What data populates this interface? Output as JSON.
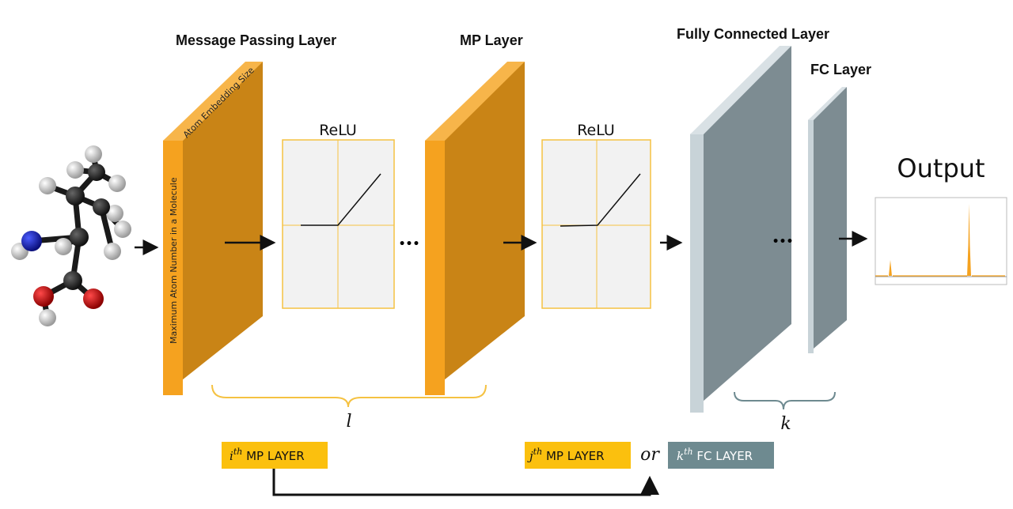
{
  "labels": {
    "mp_layer_1": "Message Passing Layer",
    "mp_layer_2": "MP Layer",
    "fc_layer_1": "Fully Connected Layer",
    "fc_layer_2": "FC Layer",
    "relu_1": "ReLU",
    "relu_2": "ReLU",
    "output": "Output",
    "atom_embedding": "Atom Embedding Size",
    "max_atom_number": "Maximum Atom Number in a Molecule",
    "ellipsis_1": "•••",
    "ellipsis_2": "•••",
    "brace_l": "l",
    "brace_k": "k",
    "or": "or"
  },
  "boxes": {
    "ith": {
      "index": "i",
      "sup": "th",
      "text": " MP LAYER"
    },
    "jth": {
      "index": "j",
      "sup": "th",
      "text": " MP LAYER"
    },
    "kth": {
      "index": "k",
      "sup": "th",
      "text": " FC LAYER"
    }
  },
  "colors": {
    "mp_front": "#f5a21f",
    "mp_side": "#c98416",
    "mp_top": "#f7b54a",
    "fc_front": "#c8d3d8",
    "fc_side": "#7d8c92",
    "fc_top": "#d9e1e5",
    "relu_border": "#f5c242",
    "relu_bg": "#f2f2f2",
    "mp_box": "#fbc00e",
    "fc_box": "#6e8a90",
    "brace_mp": "#f5c242",
    "brace_fc": "#6e8a90",
    "spectrum": "#f5a21f"
  }
}
